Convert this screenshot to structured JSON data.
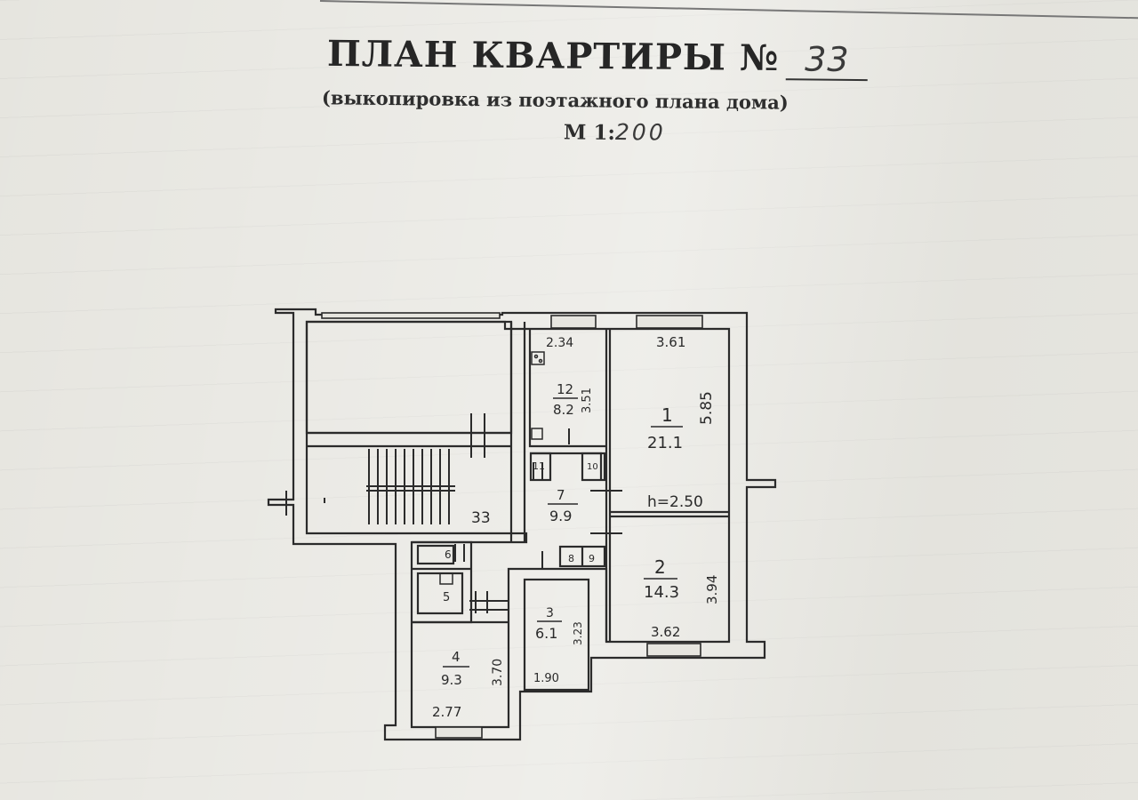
{
  "header": {
    "title": "ПЛАН КВАРТИРЫ №",
    "apartment_number": "33",
    "subtitle": "(выкопировка из поэтажного плана дома)",
    "scale_prefix": "М 1:",
    "scale_value": "200"
  },
  "plan": {
    "stair_label": "33",
    "ceiling_height": "h=2.50",
    "rooms": [
      {
        "number": "1",
        "area": "21.1",
        "width": "3.61",
        "length": "5.85"
      },
      {
        "number": "2",
        "area": "14.3",
        "width": "3.62",
        "length": "3.94"
      },
      {
        "number": "3",
        "area": "6.1",
        "width": "1.90",
        "length": "3.23"
      },
      {
        "number": "4",
        "area": "9.3",
        "width": "2.77",
        "length": "3.70"
      },
      {
        "number": "7",
        "area": "9.9"
      },
      {
        "number": "12",
        "area": "8.2",
        "width": "2.34",
        "length": "3.51"
      }
    ],
    "small_rooms": [
      "5",
      "6",
      "8",
      "9",
      "10",
      "11"
    ]
  }
}
